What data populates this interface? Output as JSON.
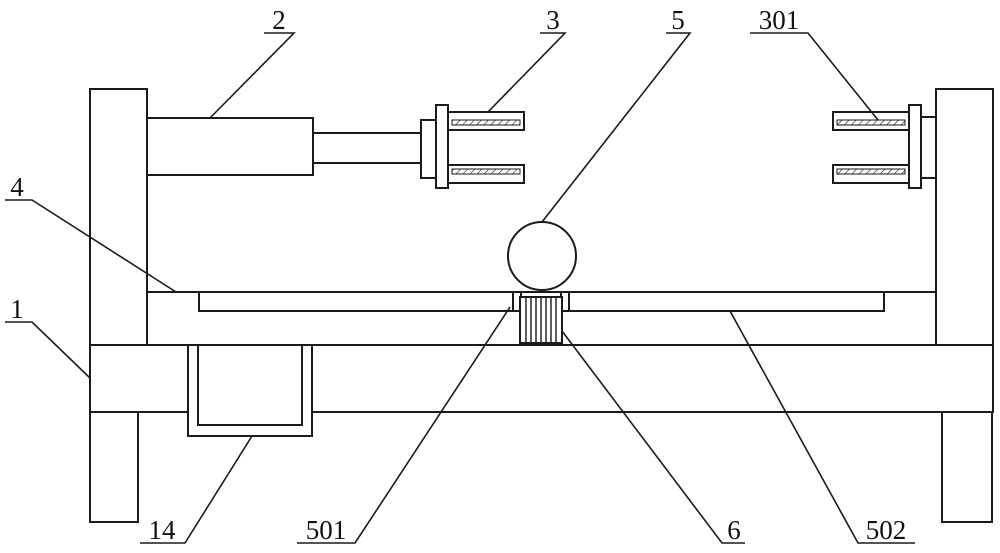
{
  "diagram": {
    "labels": {
      "l1": "1",
      "l2": "2",
      "l3": "3",
      "l4": "4",
      "l5": "5",
      "l6": "6",
      "l14": "14",
      "l301": "301",
      "l501": "501",
      "l502": "502"
    },
    "colors": {
      "line": "#1a1a1a",
      "background": "#ffffff"
    }
  }
}
